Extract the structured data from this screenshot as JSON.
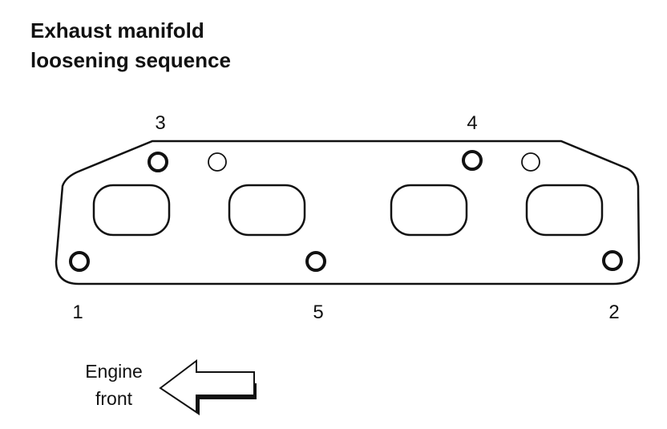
{
  "title": {
    "line1": "Exhaust manifold",
    "line2": "loosening sequence"
  },
  "bolt_labels": [
    "1",
    "2",
    "3",
    "4",
    "5"
  ],
  "engine_front": {
    "line1": "Engine",
    "line2": "front"
  },
  "colors": {
    "ink": "#111111",
    "background": "#ffffff"
  }
}
